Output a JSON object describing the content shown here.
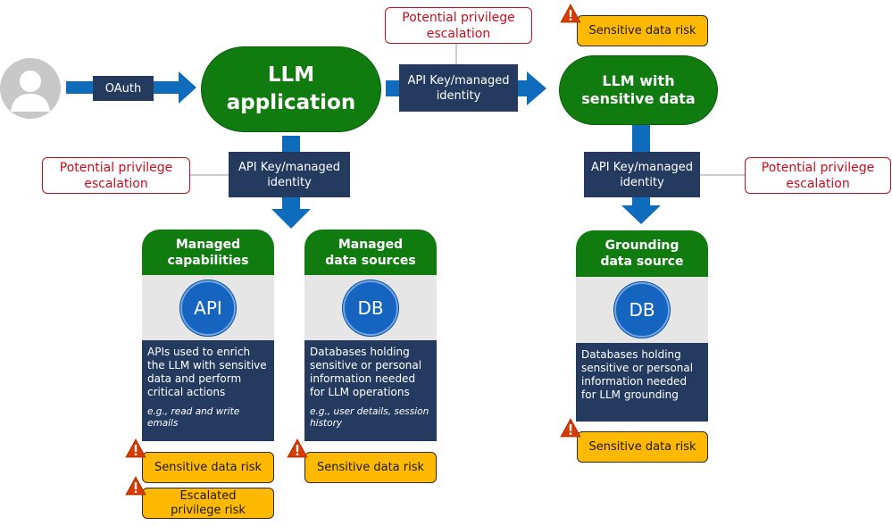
{
  "user": {
    "icon": "user-avatar-icon"
  },
  "oauth_label": "OAuth",
  "llm_app": {
    "line1": "LLM",
    "line2": "application"
  },
  "llm_sensitive": {
    "line1": "LLM with",
    "line2": "sensitive data"
  },
  "connectors": {
    "top": {
      "line1": "API Key/managed",
      "line2": "identity"
    },
    "left": {
      "line1": "API Key/managed",
      "line2": "identity"
    },
    "right": {
      "line1": "API Key/managed",
      "line2": "identity"
    }
  },
  "escalation_labels": {
    "top": {
      "line1": "Potential privilege",
      "line2": "escalation"
    },
    "left": {
      "line1": "Potential privilege",
      "line2": "escalation"
    },
    "right": {
      "line1": "Potential privilege",
      "line2": "escalation"
    }
  },
  "cards": {
    "capabilities": {
      "title1": "Managed",
      "title2": "capabilities",
      "badge": "API",
      "description": "APIs used to enrich the LLM with sensitive data and perform critical actions",
      "example": "e.g., read and write emails"
    },
    "sources": {
      "title1": "Managed",
      "title2": "data sources",
      "badge": "DB",
      "description": "Databases holding sensitive or personal information needed for LLM operations",
      "example": "e.g., user details, session history"
    },
    "grounding": {
      "title1": "Grounding",
      "title2": "data source",
      "badge": "DB",
      "description": "Databases holding sensitive or personal information needed for LLM grounding"
    }
  },
  "risks": {
    "top_right": "Sensitive data risk",
    "capabilities_sensitive": "Sensitive data risk",
    "capabilities_escalated": {
      "line1": "Escalated",
      "line2": "privilege risk"
    },
    "sources_sensitive": "Sensitive data risk",
    "grounding_sensitive": "Sensitive data risk"
  },
  "colors": {
    "green": "#107c10",
    "navy": "#243a5e",
    "arrow_blue": "#0f6cbd",
    "risk_yellow": "#ffb900",
    "escalation_red": "#c50f1f",
    "badge_blue": "#1565c0"
  }
}
